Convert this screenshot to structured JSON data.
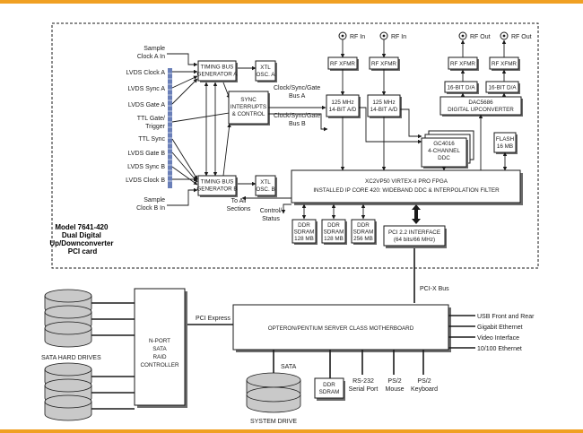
{
  "colors": {
    "top_rule": "#f0a023",
    "bottom_rule": "#f0a023",
    "drive_fill": "#c9c9c9",
    "box_shadow": "#6b6b6b"
  },
  "inputs": {
    "sample_clock_a": [
      "Sample",
      "Clock A In"
    ],
    "lvds_clock_a": "LVDS Clock A",
    "lvds_sync_a": "LVDS Sync A",
    "lvds_gate_a": "LVDS Gate A",
    "ttl_gate": [
      "TTL Gate/",
      "Trigger"
    ],
    "ttl_sync": "TTL Sync",
    "lvds_gate_b": "LVDS Gate B",
    "lvds_sync_b": "LVDS Sync B",
    "lvds_clock_b": "LVDS Clock B",
    "sample_clock_b": [
      "Sample",
      "Clock B In"
    ]
  },
  "blocks": {
    "timing_a": [
      "TIMING BUS",
      "GENERATOR A"
    ],
    "timing_b": [
      "TIMING BUS",
      "GENERATOR B"
    ],
    "xtl_a": [
      "XTL",
      "OSC. A"
    ],
    "xtl_b": [
      "XTL",
      "OSC. B"
    ],
    "sync": [
      "SYNC",
      "INTERRUPTS",
      "& CONTROL"
    ],
    "rf_xfmr": "RF XFMR",
    "adc": [
      "125 MHz",
      "14-BIT A/D"
    ],
    "dac_16": "16-BIT D/A",
    "dac5686": [
      "DAC5686",
      "DIGITAL UPCONVERTER"
    ],
    "gc4016": [
      "GC4016",
      "4-CHANNEL",
      "DDC"
    ],
    "flash": [
      "FLASH",
      "16 MB"
    ],
    "fpga": [
      "XC2VP50 VIRTEX-II PRO FPGA",
      "INSTALLED IP CORE 420: WIDEBAND DDC & INTERPOLATION FILTER"
    ],
    "sdram_1": [
      "DDR",
      "SDRAM",
      "128 MB"
    ],
    "sdram_2": [
      "DDR",
      "SDRAM",
      "128 MB"
    ],
    "sdram_3": [
      "DDR",
      "SDRAM",
      "256 MB"
    ],
    "pci_interface": [
      "PCI 2.2 INTERFACE",
      "(64 bits/66 MHz)"
    ],
    "motherboard": "OPTERON/PENTIUM SERVER CLASS MOTHERBOARD",
    "raid": [
      "N-PORT",
      "SATA",
      "RAID",
      "CONTROLLER"
    ],
    "ddr_mb": [
      "DDR",
      "SDRAM"
    ]
  },
  "labels": {
    "rf_in": "RF In",
    "rf_out": "RF Out",
    "bus_a": [
      "Clock/Sync/Gate",
      "Bus A"
    ],
    "bus_b": [
      "Clock/Sync/Gate",
      "Bus B"
    ],
    "to_all": [
      "To All",
      "Sections"
    ],
    "control": [
      "Control/",
      "Status"
    ],
    "model": [
      "Model 7641-420",
      "Dual Digital",
      "Up/Downconverter",
      "PCI card"
    ],
    "pcix": "PCI-X Bus",
    "pci_express": "PCI Express",
    "sata_drives": "SATA HARD DRIVES",
    "sata": "SATA",
    "system_drive": "SYSTEM DRIVE",
    "rs232": [
      "RS-232",
      "Serial Port"
    ],
    "ps2_mouse": [
      "PS/2",
      "Mouse"
    ],
    "ps2_keyboard": [
      "PS/2",
      "Keyboard"
    ],
    "usb": "USB Front and Rear",
    "gige": "Gigabit Ethernet",
    "video": "Video Interface",
    "eth100": "10/100 Ethernet"
  }
}
